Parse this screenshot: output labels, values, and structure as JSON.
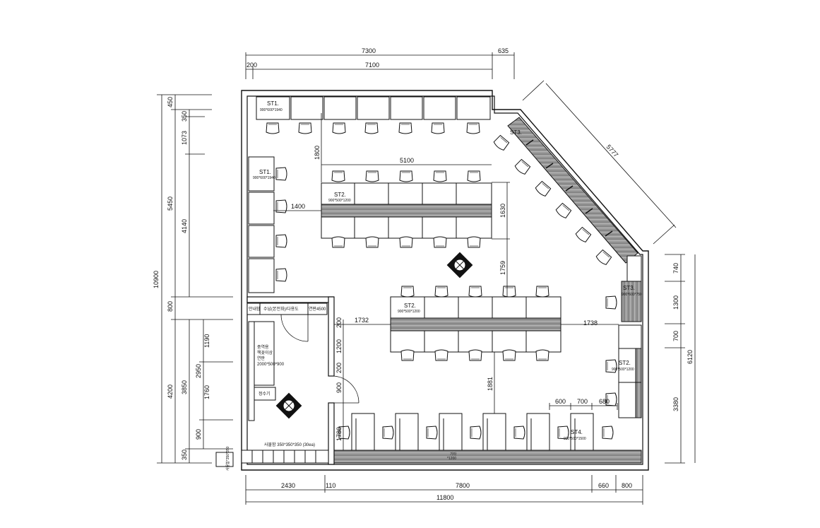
{
  "dims": {
    "top_7300": "7300",
    "top_635": "635",
    "top_200": "200",
    "top_7100": "7100",
    "diag_5777": "5777",
    "bottom_2430": "2430",
    "bottom_110": "110",
    "bottom_7800": "7800",
    "bottom_660": "660",
    "bottom_800": "800",
    "bottom_11800": "11800",
    "left_450": "450",
    "left_350a": "350",
    "left_1073": "1073",
    "left_5450": "5450",
    "left_4140": "4140",
    "left_10900": "10900",
    "left_800": "800",
    "left_1190": "1190",
    "left_2950": "2950",
    "left_3850": "3850",
    "left_4200": "4200",
    "left_1760": "1760",
    "left_900": "900",
    "left_350b": "350",
    "right_740": "740",
    "right_1300": "1300",
    "right_700": "700",
    "right_6120": "6120",
    "right_3380": "3380",
    "in_1800": "1800",
    "in_5100": "5100",
    "in_1400": "1400",
    "in_1630": "1630",
    "in_1759": "1759",
    "in_1732": "1732",
    "in_1738": "1738",
    "in_1881": "1881",
    "in_600": "600",
    "in_700": "700",
    "in_680": "680",
    "in_1200": "1200",
    "in_200a": "200",
    "in_200b": "200",
    "in_900": "900",
    "in_1780": "1780"
  },
  "labels": {
    "st1_top": "ST1.",
    "st1_top_size": "900*600*1940",
    "st1_left": "ST1.",
    "st1_left_size": "900*600*1940",
    "st2_upper": "ST2.",
    "st2_upper_size": "900*500*1200",
    "st2_mid": "ST2.",
    "st2_mid_size": "900*500*1200",
    "st3_diag": "ST3.",
    "st3_right": "ST3.",
    "st3_right_size": "900*600*750",
    "st2_right": "ST2.",
    "st2_right_size": "900*500*1200",
    "st4": "ST4.",
    "st4_size": "900*500*1500",
    "reception": "안내함",
    "storage_shelf": "수납(본전화)/다용도",
    "storage_length": "연판4500",
    "office_desk_1": "중역용",
    "office_desk_2": "책꽂이상",
    "office_desk_3": "연판",
    "office_desk_size": "2000*500*900",
    "sink": "정수기",
    "locker": "사물함 350*350*350 (30ea)",
    "cabinet": "기타",
    "cabinet_size": "*1200",
    "vertical_note": "사물함*350*350"
  }
}
